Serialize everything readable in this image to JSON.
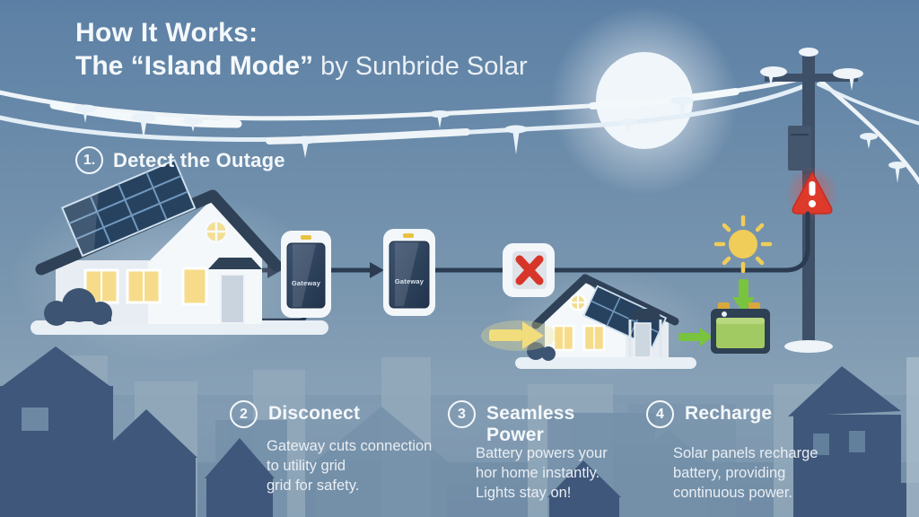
{
  "title": {
    "line1": "How It Works:",
    "line2_bold": "The “Island Mode”",
    "line2_rest": " by Sunbride Solar"
  },
  "step1": {
    "number": "1.",
    "label": "Detect the Outage"
  },
  "steps": [
    {
      "number": "2",
      "label": "Disconect",
      "desc": [
        "Gateway cuts connection",
        "to utility grid",
        "grid for safety."
      ]
    },
    {
      "number": "3",
      "label": "Seamless Power",
      "desc": [
        "Battery powers your",
        "hor home instantly.",
        "Lights stay on!"
      ]
    },
    {
      "number": "4",
      "label": "Recharge",
      "desc": [
        "Solar panels recharge",
        "battery, providing",
        "continuous power."
      ]
    }
  ],
  "devices": {
    "gateway1_label": "Gateway",
    "gateway2_label": "Gateway"
  },
  "icons": [
    "moon-icon",
    "power-line",
    "icicles",
    "utility-pole-icon",
    "warning-icon",
    "house-icon",
    "solar-panel-icon",
    "gateway-device-icon",
    "disconnect-x-icon",
    "sun-icon",
    "battery-icon",
    "arrow-right-icon",
    "arrow-down-icon"
  ],
  "colors": {
    "sky_top": "#5c80a5",
    "sky_bottom": "#8ba3b8",
    "line_dark": "#2a3b52",
    "roof_dark": "#2e4156",
    "warning_red": "#dd3a2c",
    "arrow_green": "#79c33f",
    "battery_green": "#a2ca62",
    "window_yellow": "#f6dc8a",
    "sun_yellow": "#f0cd58",
    "ice_white": "#eef4f8"
  }
}
